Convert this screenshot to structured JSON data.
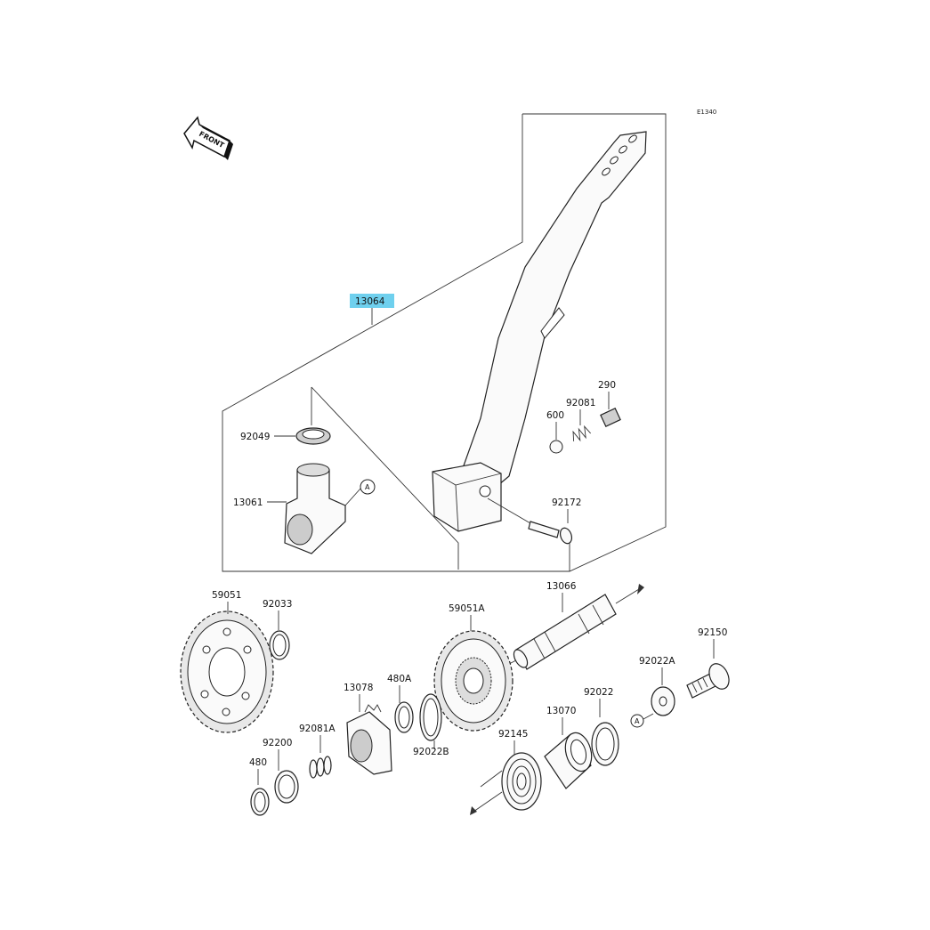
{
  "diagram_code": "E1340",
  "front_label": "FRONT",
  "ref_marker": "A",
  "highlight_color": "#6fd0ee",
  "parts": {
    "p13064": "13064",
    "p92049": "92049",
    "p13061": "13061",
    "p290": "290",
    "p92081": "92081",
    "p600": "600",
    "p92172": "92172",
    "p59051": "59051",
    "p92033": "92033",
    "p13066": "13066",
    "p59051A": "59051A",
    "p92150": "92150",
    "p13078": "13078",
    "p480A": "480A",
    "p92022A": "92022A",
    "p92022": "92022",
    "p92081A": "92081A",
    "p92200": "92200",
    "p13070": "13070",
    "p92145": "92145",
    "p480": "480",
    "p92022B": "92022B"
  }
}
